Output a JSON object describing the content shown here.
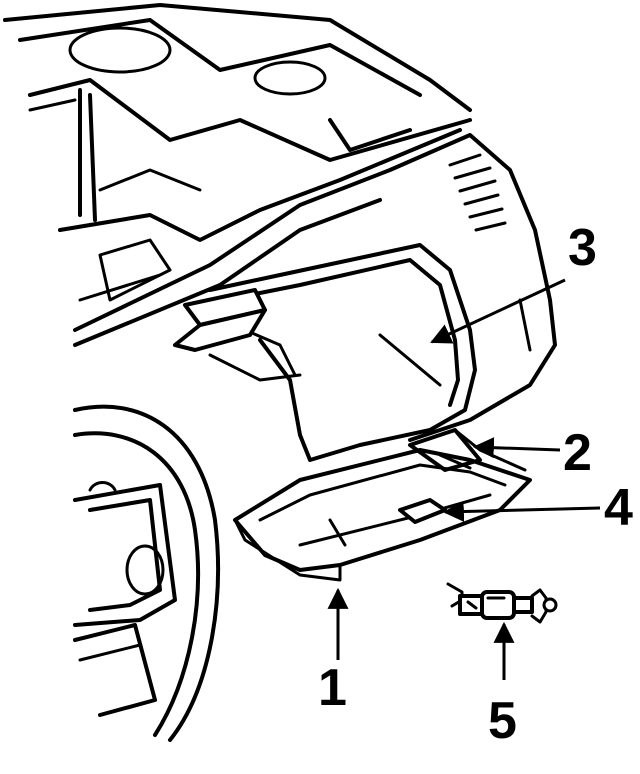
{
  "figure": {
    "callouts": [
      {
        "id": "1",
        "label": "1"
      },
      {
        "id": "2",
        "label": "2"
      },
      {
        "id": "3",
        "label": "3"
      },
      {
        "id": "4",
        "label": "4"
      },
      {
        "id": "5",
        "label": "5"
      }
    ]
  }
}
